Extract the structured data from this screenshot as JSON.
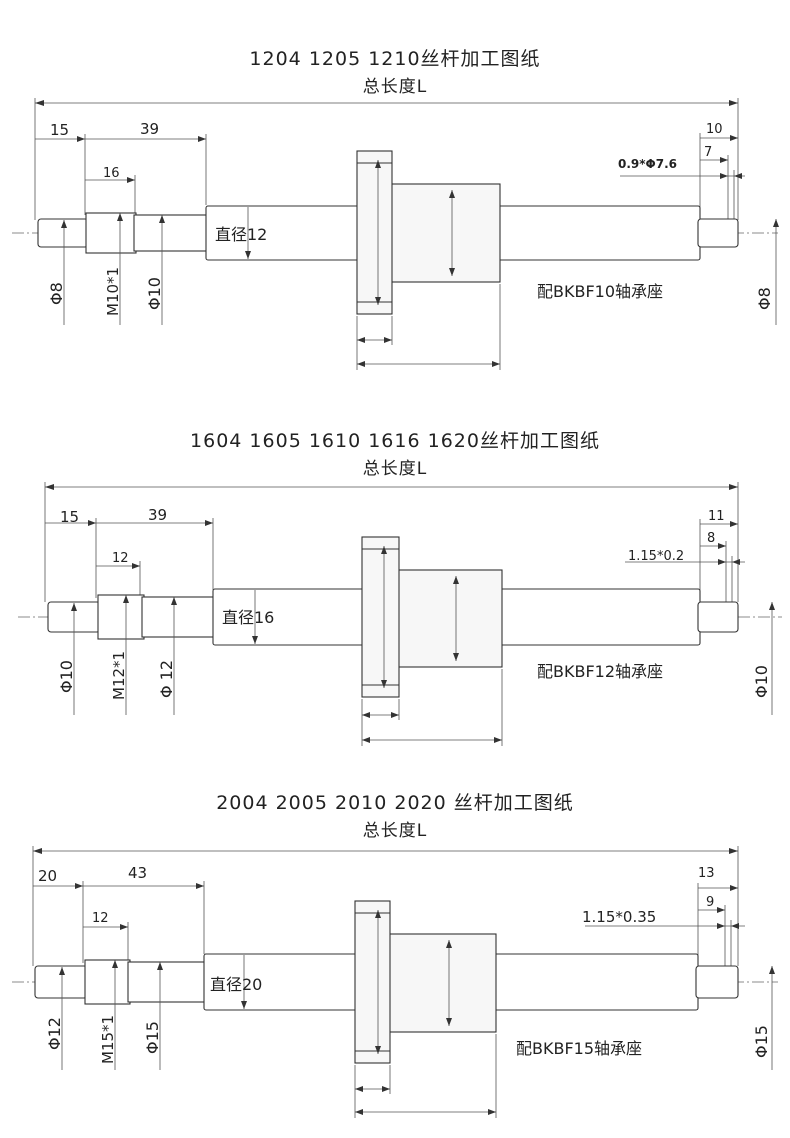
{
  "sections": [
    {
      "title": "1204  1205  1210丝杆加工图纸",
      "subtitle": "总长度L",
      "dims": {
        "left_step": "15",
        "thread_len": "16",
        "left_total": "39",
        "right_total": "10",
        "right_step": "7",
        "groove": "0.9*Φ7.6",
        "end_dia": "Φ8",
        "thread": "M10*1",
        "bearing_dia": "Φ10",
        "shaft_dia": "直径12",
        "right_dia": "Φ8"
      },
      "bearing_note": "配BKBF10轴承座"
    },
    {
      "title": "1604  1605  1610 1616  1620丝杆加工图纸",
      "subtitle": "总长度L",
      "dims": {
        "left_step": "15",
        "thread_len": "12",
        "left_total": "39",
        "right_total": "11",
        "right_step": "8",
        "groove": "1.15*0.2",
        "end_dia": "Φ10",
        "thread": "M12*1",
        "bearing_dia": "Φ 12",
        "shaft_dia": "直径16",
        "right_dia": "Φ10"
      },
      "bearing_note": "配BKBF12轴承座"
    },
    {
      "title": "2004 2005  2010 2020 丝杆加工图纸",
      "subtitle": "总长度L",
      "dims": {
        "left_step": "20",
        "thread_len": "12",
        "left_total": "43",
        "right_total": "13",
        "right_step": "9",
        "groove": "1.15*0.35",
        "end_dia": "Φ12",
        "thread": "M15*1",
        "bearing_dia": "Φ15",
        "shaft_dia": "直径20",
        "right_dia": "Φ15"
      },
      "bearing_note": "配BKBF15轴承座"
    }
  ]
}
